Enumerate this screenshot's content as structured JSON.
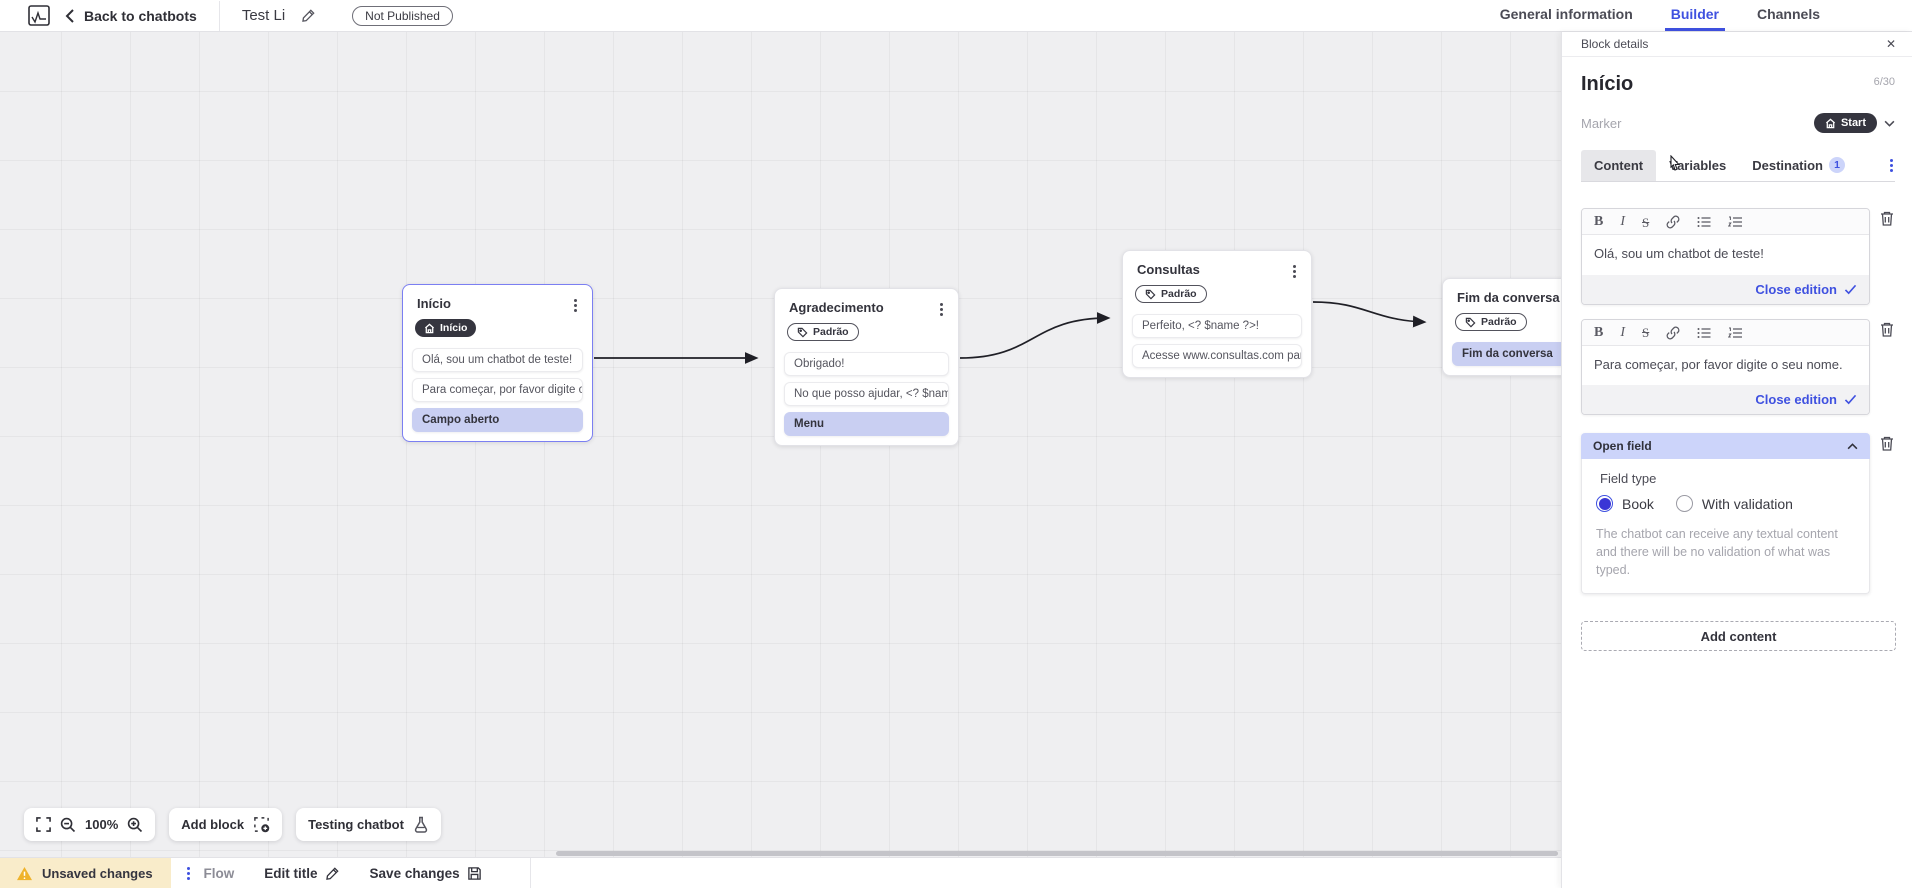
{
  "header": {
    "back_label": "Back to chatbots",
    "title": "Test Li",
    "status_badge": "Not Published",
    "tabs": [
      {
        "label": "General information",
        "active": false
      },
      {
        "label": "Builder",
        "active": true
      },
      {
        "label": "Channels",
        "active": false
      }
    ]
  },
  "canvas": {
    "blocks": [
      {
        "title": "Início",
        "badge": "Início",
        "badge_style": "dark",
        "selected": true,
        "rows": [
          {
            "text": "Olá, sou um chatbot de teste!",
            "type": "text"
          },
          {
            "text": "Para começar, por favor digite o ...",
            "type": "text"
          },
          {
            "text": "Campo aberto",
            "type": "field"
          }
        ]
      },
      {
        "title": "Agradecimento",
        "badge": "Padrão",
        "badge_style": "outline",
        "selected": false,
        "rows": [
          {
            "text": "Obrigado!",
            "type": "text"
          },
          {
            "text": "No que posso ajudar, <? $name ...",
            "type": "text"
          },
          {
            "text": "Menu",
            "type": "field"
          }
        ]
      },
      {
        "title": "Consultas",
        "badge": "Padrão",
        "badge_style": "outline",
        "selected": false,
        "rows": [
          {
            "text": "Perfeito, <? $name ?>!",
            "type": "text"
          },
          {
            "text": "Acesse www.consultas.com par...",
            "type": "text"
          }
        ]
      },
      {
        "title": "Fim da conversa",
        "badge": "Padrão",
        "badge_style": "outline",
        "selected": false,
        "rows": [
          {
            "text": "Fim da conversa",
            "type": "field"
          }
        ]
      }
    ],
    "toolbar": {
      "zoom_level": "100%",
      "add_block_label": "Add block",
      "testing_label": "Testing chatbot"
    }
  },
  "bottom_bar": {
    "unsaved_label": "Unsaved changes",
    "flow_label": "Flow",
    "edit_title_label": "Edit title",
    "save_label": "Save changes"
  },
  "panel": {
    "header": "Block details",
    "block_name": "Início",
    "char_counter": "6/30",
    "marker_label": "Marker",
    "marker_value": "Start",
    "tabs": [
      {
        "label": "Content",
        "active": true
      },
      {
        "label": "Variables",
        "active": false
      },
      {
        "label": "Destination",
        "active": false,
        "badge": "1"
      }
    ],
    "editor_toolbar": {
      "bold": "B",
      "italic": "I",
      "strike": "S"
    },
    "editors": [
      {
        "text": "Olá, sou um chatbot de teste!",
        "action": "Close edition"
      },
      {
        "text": "Para começar, por favor digite o seu nome.",
        "action": "Close edition"
      }
    ],
    "open_field": {
      "title": "Open field",
      "field_type_label": "Field type",
      "options": [
        {
          "label": "Book",
          "selected": true
        },
        {
          "label": "With validation",
          "selected": false
        }
      ],
      "description": "The chatbot can receive any textual content and there will be no validation of what was typed."
    },
    "add_content_label": "Add content"
  },
  "colors": {
    "accent": "#3f51e0",
    "accent-soft": "#ccd4fa",
    "lavender": "#c9cff2",
    "dark": "#35353f",
    "selected-border": "#7b7ff2",
    "warning-bg": "#f9ecca",
    "warning-icon": "#efb32c",
    "canvas-bg": "#efeff1",
    "arrow": "#1f1f26"
  }
}
